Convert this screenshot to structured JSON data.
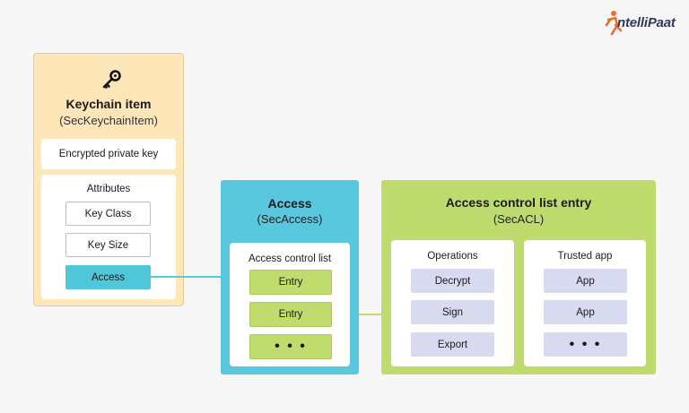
{
  "logo": {
    "prefix": "ntelli",
    "highlight": "",
    "suffix": "Paat",
    "icon": "runner-figure-icon"
  },
  "keychain": {
    "icon": "key-icon",
    "title": "Keychain item",
    "subtitle": "(SecKeychainItem)",
    "encrypted": "Encrypted private key",
    "attributes_label": "Attributes",
    "attributes": [
      "Key Class",
      "Key Size",
      "Access"
    ]
  },
  "access": {
    "title": "Access",
    "subtitle": "(SecAccess)",
    "acl_label": "Access control list",
    "entries": [
      "Entry",
      "Entry",
      "• • •"
    ]
  },
  "acl_entry": {
    "title": "Access control list entry",
    "subtitle": "(SecACL)",
    "operations_label": "Operations",
    "operations": [
      "Decrypt",
      "Sign",
      "Export"
    ],
    "trusted_label": "Trusted app",
    "trusted": [
      "App",
      "App",
      "• • •"
    ]
  },
  "colors": {
    "keychain_bg": "#fde6b8",
    "access_blue": "#59c7dd",
    "acl_green": "#bedc6e",
    "operation_lavender": "#d8daf0"
  }
}
